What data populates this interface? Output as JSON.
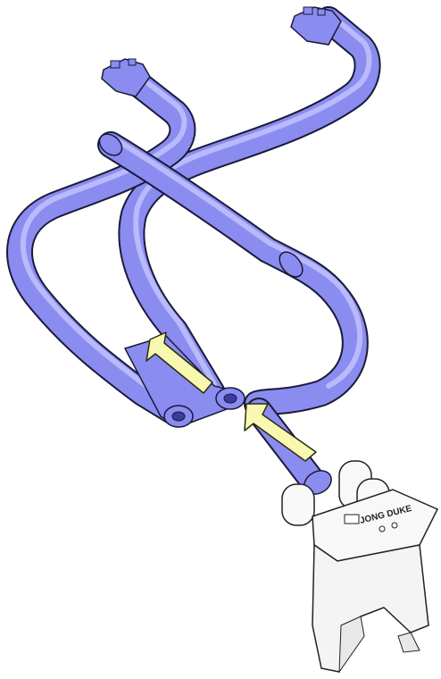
{
  "diagram": {
    "brand": "JONG DUKE",
    "colors": {
      "tube_fill": "#8a8cf0",
      "tube_shade": "#5a5cd0",
      "tube_highlight": "#c4c6ff",
      "tube_outline": "#1a1a3a",
      "arrow_fill": "#f8f8b0",
      "arrow_outline": "#2a2a10",
      "unit_fill": "#f8f8f8",
      "unit_outline": "#222222"
    },
    "arrows": [
      {
        "name": "airflow-arrow-left",
        "direction": "up-left"
      },
      {
        "name": "airflow-arrow-right",
        "direction": "up-left"
      }
    ]
  }
}
